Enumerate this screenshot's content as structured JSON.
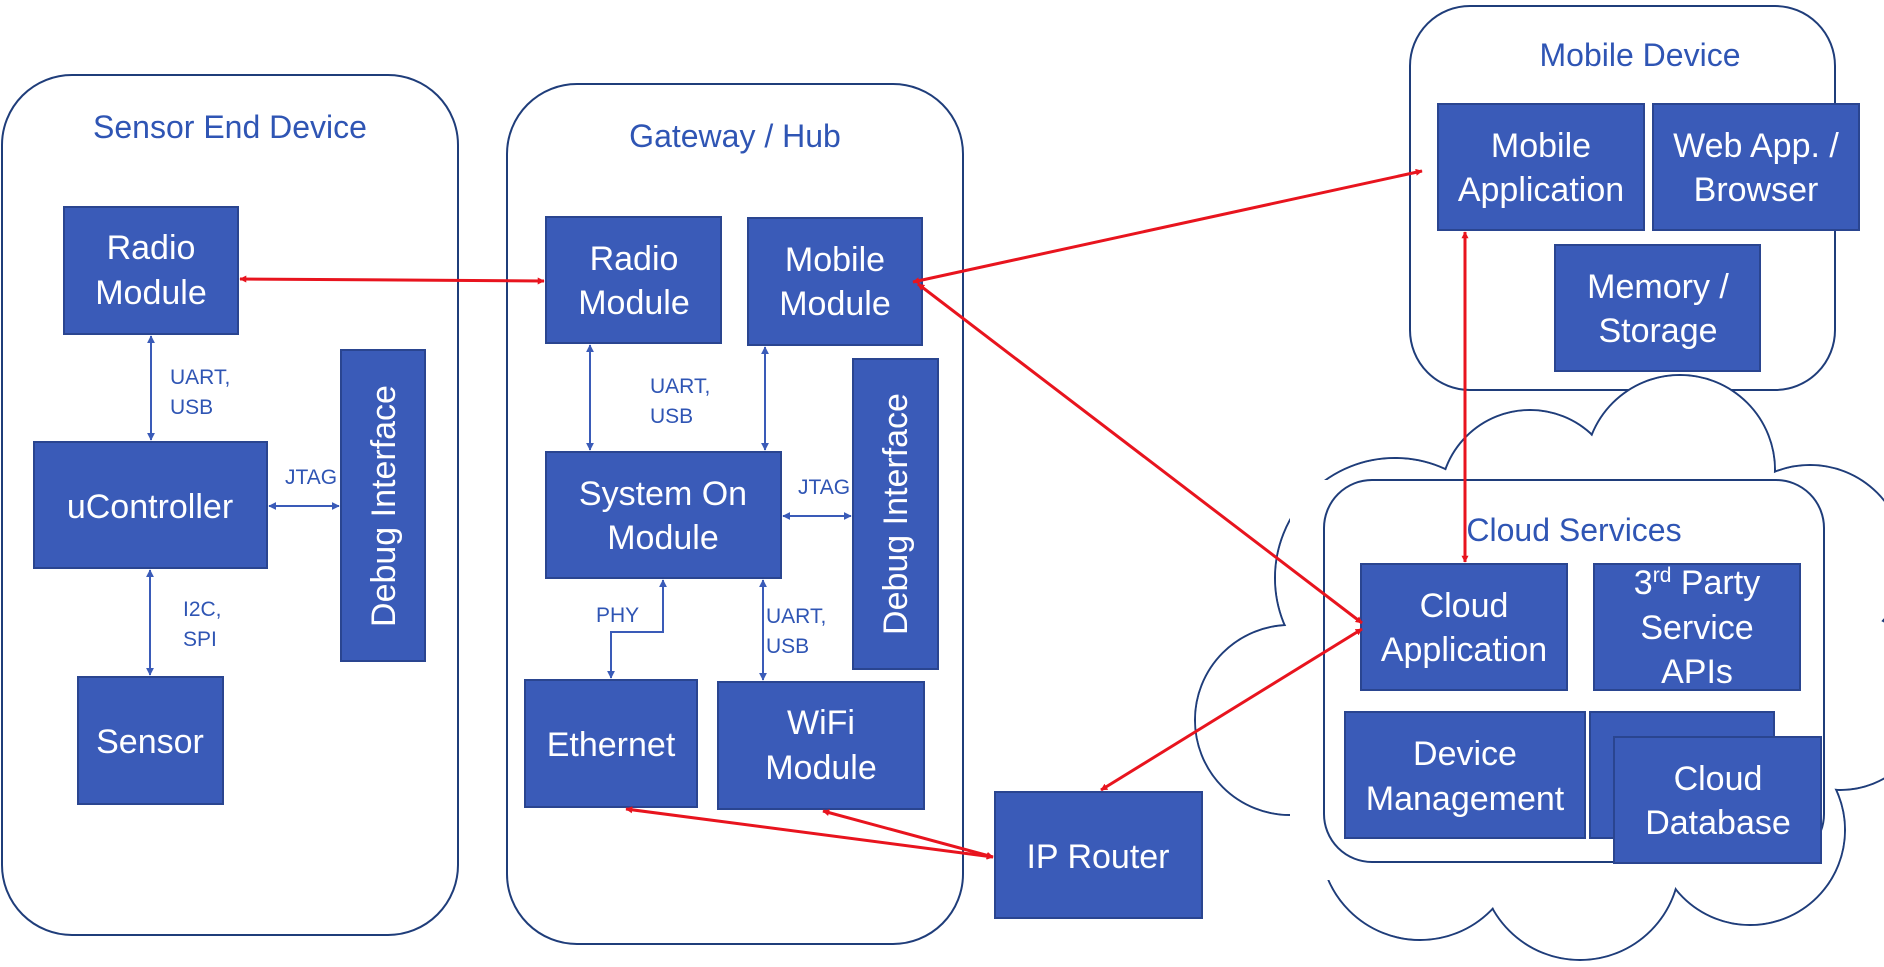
{
  "containers": {
    "sensor_end_device": "Sensor End Device",
    "gateway_hub": "Gateway / Hub",
    "mobile_device": "Mobile Device",
    "cloud_services": "Cloud Services"
  },
  "sensor_end_device": {
    "radio_module": [
      "Radio",
      "Module"
    ],
    "ucontroller": "uController",
    "sensor": "Sensor",
    "debug_interface": "Debug Interface",
    "link_radio_uc": [
      "UART,",
      "USB"
    ],
    "link_uc_debug": "JTAG",
    "link_uc_sensor": [
      "I2C,",
      "SPI"
    ]
  },
  "gateway_hub": {
    "radio_module": [
      "Radio",
      "Module"
    ],
    "mobile_module": [
      "Mobile",
      "Module"
    ],
    "system_on_module": [
      "System On",
      "Module"
    ],
    "debug_interface": "Debug Interface",
    "ethernet": "Ethernet",
    "wifi_module": [
      "WiFi",
      "Module"
    ],
    "link_modules_som": [
      "UART,",
      "USB"
    ],
    "link_som_debug": "JTAG",
    "link_som_ethernet": "PHY",
    "link_som_wifi": [
      "UART,",
      "USB"
    ]
  },
  "mobile_device": {
    "mobile_application": [
      "Mobile",
      "Application"
    ],
    "web_app": [
      "Web App. /",
      "Browser"
    ],
    "memory_storage": [
      "Memory /",
      "Storage"
    ]
  },
  "cloud_services": {
    "cloud_application": [
      "Cloud",
      "Application"
    ],
    "third_party_prefix": "3",
    "third_party_sup": "rd",
    "third_party_suffix": " Party",
    "third_party_lines": [
      "Service",
      "APIs"
    ],
    "device_management": [
      "Device",
      "Management"
    ],
    "cloud_database": [
      "Cloud",
      "Database"
    ]
  },
  "ip_router": "IP Router",
  "colors": {
    "block_fill": "#3a5bb8",
    "container_stroke": "#1f3d7a",
    "title_text": "#2f55b4",
    "network_link": "#e8141e",
    "internal_link": "#3a5bb8"
  }
}
